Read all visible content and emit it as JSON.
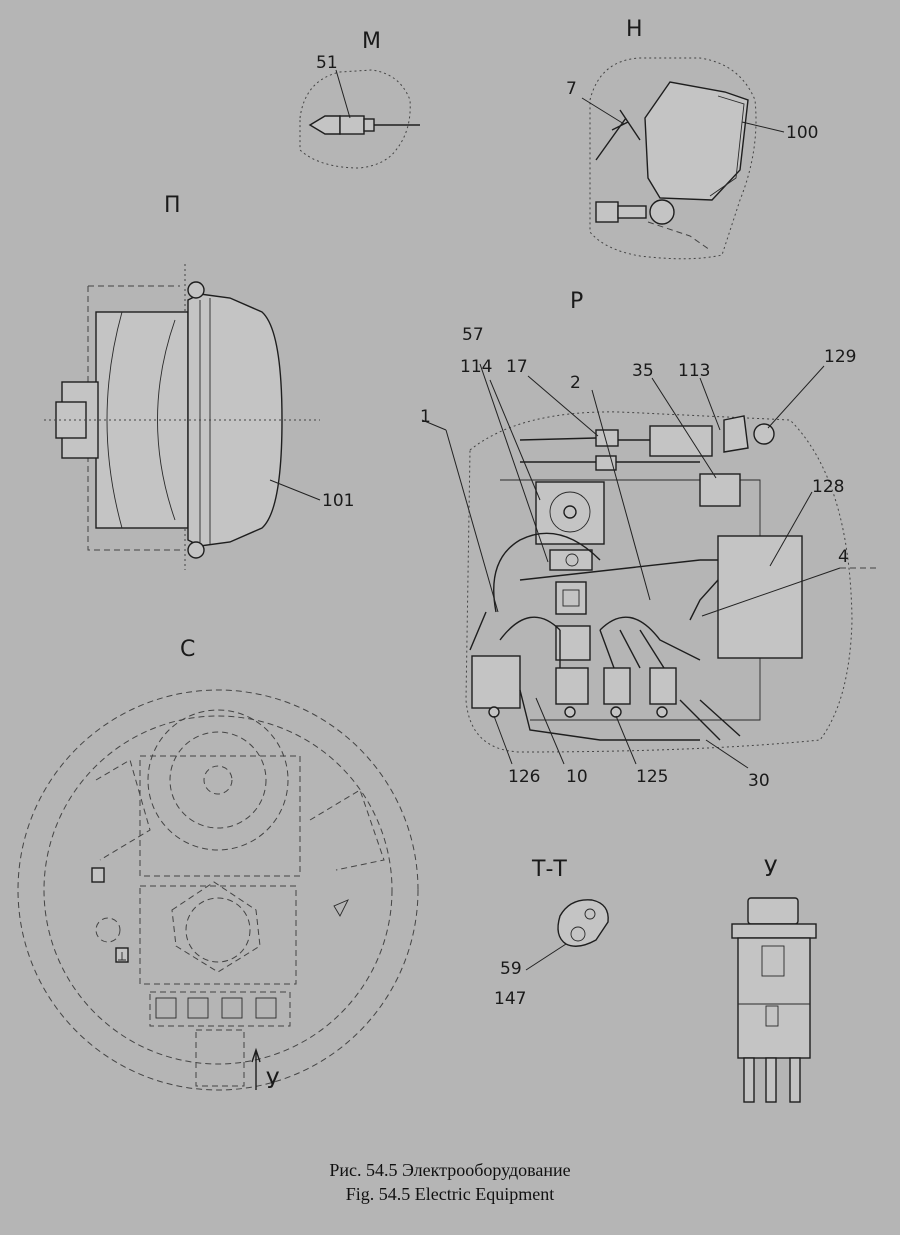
{
  "views": {
    "m": "М",
    "n": "Н",
    "p_cyr": "П",
    "r": "Р",
    "s": "С",
    "tt": "Т-Т",
    "u": "У"
  },
  "callouts": {
    "c51": "51",
    "c7": "7",
    "c100": "100",
    "c101": "101",
    "c57": "57",
    "c114": "114",
    "c17": "17",
    "c2": "2",
    "c35": "35",
    "c113": "113",
    "c129": "129",
    "c128": "128",
    "c1": "1",
    "c4": "4",
    "c126": "126",
    "c10": "10",
    "c125": "125",
    "c30": "30",
    "c59": "59",
    "c147": "147"
  },
  "arrow_label": "У",
  "caption": {
    "ru": "Рис. 54.5 Электрооборудование",
    "en": "Fig. 54.5 Electric Equipment"
  }
}
